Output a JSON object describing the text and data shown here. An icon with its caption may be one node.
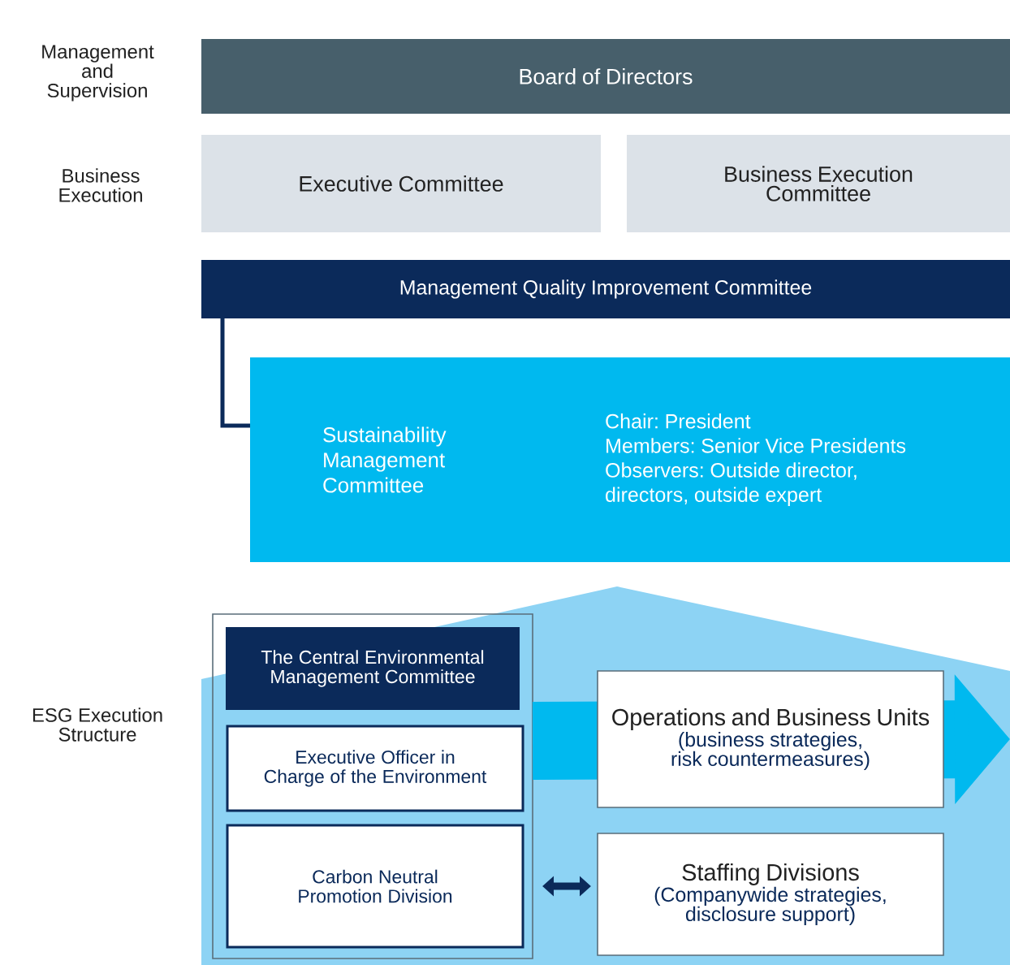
{
  "diagram": {
    "nodes": [
      {
        "text": [
          "Board of Directors"
        ]
      },
      {
        "text": [
          "Executive Committee"
        ]
      },
      {
        "text": [
          "Business Execution Committee"
        ]
      },
      {
        "text": [
          "Management Quality Improvement Committee"
        ]
      },
      {
        "text": [
          "Sustainability Management Committee",
          "Chair: President",
          "Members: Senior Vice Presidents",
          "Observers: Outside director, directors, outside expert"
        ]
      },
      {
        "text": [],
        "shape": "box"
      },
      {
        "text": [
          "The Central Environmental Management Committee"
        ],
        "in": 5
      },
      {
        "text": [
          "Executive Officer in Charge of the Environment"
        ],
        "in": 5
      },
      {
        "text": [
          "Carbon Neutral Promotion Division"
        ],
        "in": 5
      },
      {
        "text": [
          "Operations and Business Units",
          "(business strategies, risk countermeasures)"
        ]
      },
      {
        "text": [
          "Staffing Divisions",
          "(Companywide strategies, disclosure support)"
        ]
      }
    ],
    "edges": [
      {
        "from": 3,
        "to": 4,
        "arrow": "none"
      },
      {
        "from": 5,
        "to": 9,
        "arrow": "to",
        "style": "thick",
        "color": "#00b9ef"
      },
      {
        "from": 8,
        "to": 10,
        "arrow": "both"
      }
    ],
    "labels": [
      "Management and Supervision",
      "Business Execution",
      "ESG Execution Structure"
    ]
  }
}
